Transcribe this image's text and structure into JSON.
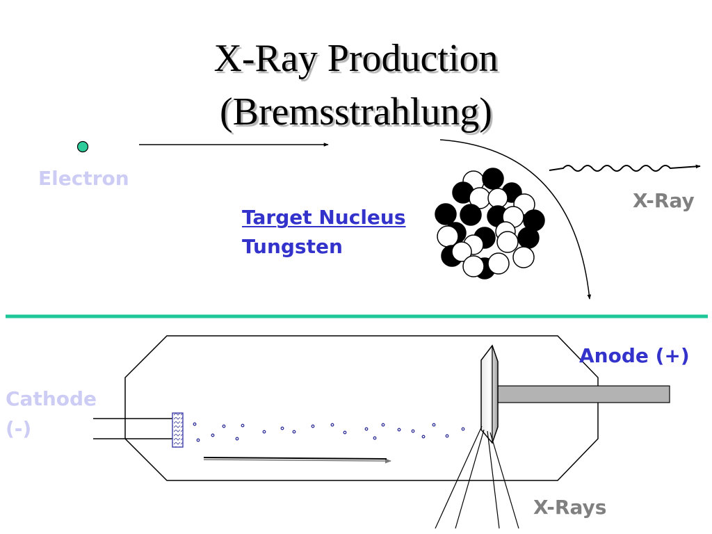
{
  "slide": {
    "title_line1": "X-Ray Production",
    "title_line2": "(Bremsstrahlung)"
  },
  "labels": {
    "electron": "Electron",
    "xray": "X-Ray",
    "target_nucleus": "Target Nucleus",
    "tungsten": "Tungsten",
    "anode": "Anode (+)",
    "cathode": "Cathode",
    "cathode_sign": "(-)",
    "xrays": "X-Rays"
  },
  "colors": {
    "electron_dot": "#2ecc9a",
    "divider": "#1ec79a",
    "label_blue": "#3333cc",
    "label_lavender": "#ccccf5",
    "label_gray": "#808080",
    "anode_rod": "#b3b3b3"
  }
}
